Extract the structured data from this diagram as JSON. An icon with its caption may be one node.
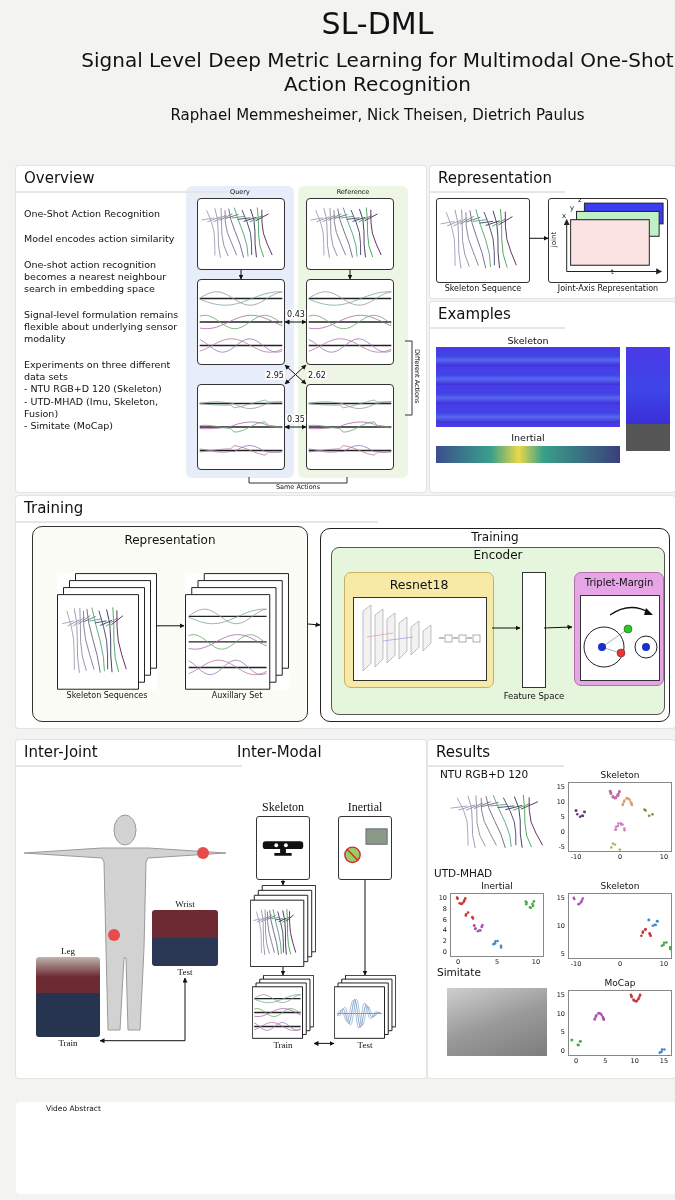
{
  "diagram": {
    "title": "SL-DML",
    "nodes": [
      {
        "text": [
          "Overview"
        ]
      },
      {
        "text": [
          "Query"
        ],
        "in": 0
      },
      {
        "text": [
          "Reference"
        ],
        "in": 0
      },
      {
        "text": [],
        "shape": "picture",
        "in": 1
      },
      {
        "text": [],
        "shape": "picture",
        "in": 1
      },
      {
        "text": [],
        "shape": "picture",
        "in": 1
      },
      {
        "text": [],
        "shape": "picture",
        "in": 2
      },
      {
        "text": [],
        "shape": "picture",
        "in": 2
      },
      {
        "text": [],
        "shape": "picture",
        "in": 2
      },
      {
        "text": [
          "Representation"
        ]
      },
      {
        "text": [
          "Skeleton Sequence"
        ],
        "in": 9
      },
      {
        "text": [
          "Joint-Axis Representation"
        ],
        "in": 9
      },
      {
        "text": [
          "Examples"
        ]
      },
      {
        "text": [
          "Training"
        ]
      },
      {
        "text": [
          "Representation"
        ],
        "in": 13
      },
      {
        "text": [
          "Skeleton Sequences"
        ],
        "in": 14
      },
      {
        "text": [
          "Auxillary Set"
        ],
        "in": 14
      },
      {
        "text": [
          "Training"
        ],
        "in": 13
      },
      {
        "text": [
          "Encoder"
        ],
        "in": 17
      },
      {
        "text": [
          "Resnet18"
        ],
        "in": 18
      },
      {
        "text": [],
        "shape": "box",
        "in": 18,
        "beside": [
          "Feature Space"
        ]
      },
      {
        "text": [
          "Triplet-Margin"
        ],
        "in": 18
      },
      {
        "text": [
          "Inter-Joint",
          "Inter-Modal"
        ]
      },
      {
        "text": [
          "Leg",
          "Train"
        ],
        "in": 22
      },
      {
        "text": [
          "Wrist",
          "Test"
        ],
        "in": 22
      },
      {
        "text": [
          "Skeleton"
        ],
        "in": 22
      },
      {
        "text": [
          "Inertial"
        ],
        "in": 22
      },
      {
        "text": [],
        "shape": "picture",
        "in": 22
      },
      {
        "text": [
          "Train"
        ],
        "in": 22
      },
      {
        "text": [
          "Test"
        ],
        "in": 22
      },
      {
        "text": [
          "Results"
        ]
      },
      {
        "text": [],
        "shape": "picture",
        "in": 12
      },
      {
        "text": [],
        "shape": "picture",
        "in": 12
      },
      {
        "text": [],
        "shape": "picture",
        "in": 12
      }
    ],
    "edges": [
      {
        "from": 3,
        "to": 4,
        "arrow": "to"
      },
      {
        "from": 6,
        "to": 7,
        "arrow": "to"
      },
      {
        "from": 4,
        "to": 7,
        "arrow": "both",
        "label": "0.43"
      },
      {
        "from": 4,
        "to": 8,
        "arrow": "both",
        "label": "2.62"
      },
      {
        "from": 7,
        "to": 5,
        "arrow": "both",
        "label": "2.95"
      },
      {
        "from": 5,
        "to": 8,
        "arrow": "both",
        "label": "0.35"
      },
      {
        "from": 10,
        "to": 11,
        "arrow": "to"
      },
      {
        "from": 15,
        "to": 16,
        "arrow": "to"
      },
      {
        "from": 14,
        "to": 17,
        "arrow": "to"
      },
      {
        "from": 19,
        "to": 20,
        "arrow": "to"
      },
      {
        "from": 20,
        "to": 21,
        "arrow": "to"
      },
      {
        "from": 23,
        "to": 24,
        "arrow": "both"
      },
      {
        "from": 25,
        "to": 27,
        "arrow": "to"
      },
      {
        "from": 27,
        "to": 28,
        "arrow": "to"
      },
      {
        "from": 26,
        "to": 29,
        "arrow": "to"
      },
      {
        "from": 28,
        "to": 29,
        "arrow": "both"
      }
    ],
    "labels": [
      "Signal Level Deep Metric Learning for Multimodal One-Shot Action Recognition",
      "Raphael Memmesheimer, Nick Theisen, Dietrich Paulus",
      "One-Shot Action Recognition",
      "Model encodes action similarity",
      "One-shot action recognition becomes a nearest neighbour search in embedding space",
      "Signal-level formulation remains flexible about underlying sensor modality",
      "Experiments on three different data sets",
      "- NTU RGB+D 120 (Skeleton)",
      "- UTD-MHAD (Imu, Skeleton, Fusion)",
      "- Simitate (MoCap)",
      "Different Actions",
      "Same Actions",
      "z",
      "y",
      "x",
      "joint",
      "t",
      "Skeleton",
      "Inertial",
      "NTU RGB+D 120",
      "Skeleton",
      "15",
      "10",
      "5",
      "0",
      "-5",
      "-10",
      "0",
      "10",
      "UTD-MHAD",
      "Inertial",
      "10",
      "8",
      "6",
      "4",
      "2",
      "0",
      "0",
      "5",
      "10",
      "Skeleton",
      "15",
      "10",
      "5",
      "-10",
      "0",
      "10",
      "Simitate",
      "MoCap",
      "15",
      "10",
      "5",
      "0",
      "0",
      "5",
      "10",
      "15",
      "Video Abstract"
    ]
  }
}
